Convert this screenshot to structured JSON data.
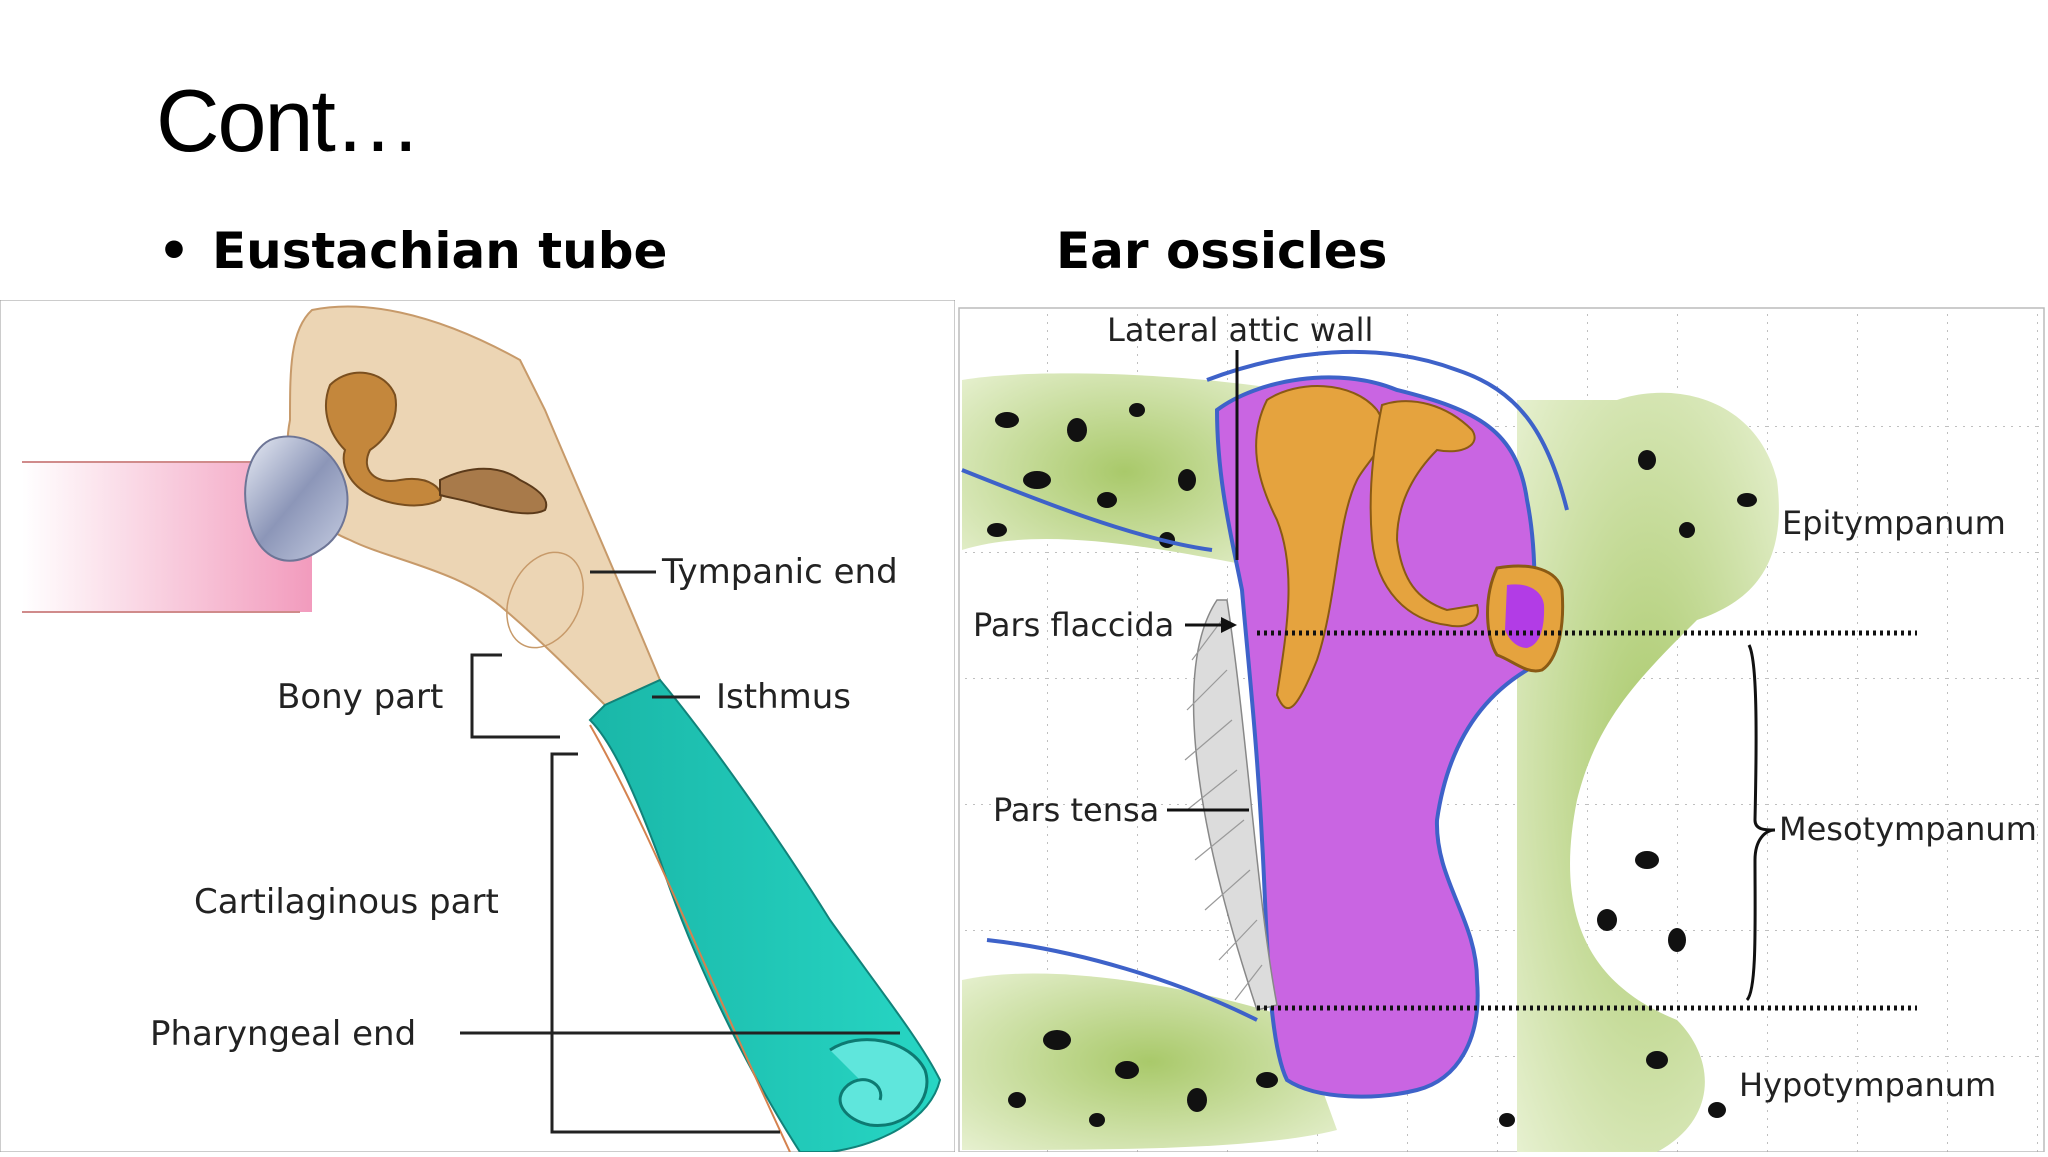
{
  "slide": {
    "title": "Cont…",
    "left_heading": "Eustachian tube",
    "right_heading": "Ear ossicles"
  },
  "eustachian_diagram": {
    "labels": {
      "tympanic_end": "Tympanic end",
      "bony_part": "Bony part",
      "isthmus": "Isthmus",
      "cartilaginous_part": "Cartilaginous part",
      "pharyngeal_end": "Pharyngeal end"
    },
    "colors": {
      "bone": "#ecd5b4",
      "cartilage": "#1ec9b8",
      "ear_canal": "#f5a9c4"
    }
  },
  "ossicles_diagram": {
    "labels": {
      "lateral_attic_wall": "Lateral attic wall",
      "pars_flaccida": "Pars flaccida",
      "pars_tensa": "Pars tensa",
      "epitympanum": "Epitympanum",
      "mesotympanum": "Mesotympanum",
      "hypotympanum": "Hypotympanum"
    },
    "colors": {
      "cavity": "#c965e2",
      "ossicle": "#e5a33e",
      "bone_spots": "#9cbf55"
    }
  }
}
